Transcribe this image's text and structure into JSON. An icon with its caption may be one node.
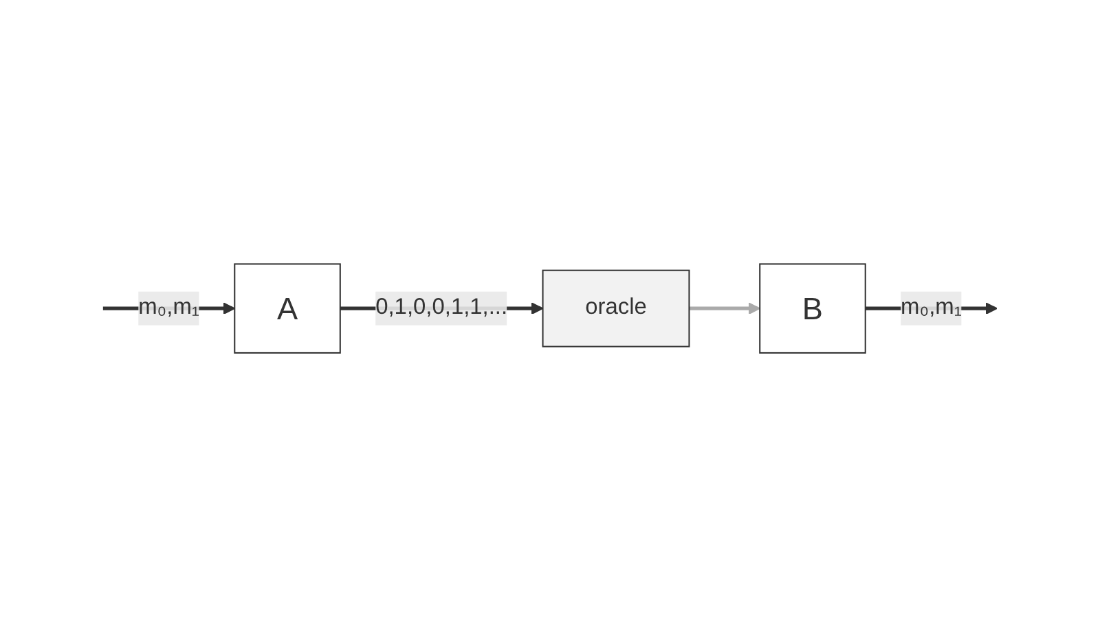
{
  "diagram": {
    "nodes": [
      {
        "text": [
          "A"
        ]
      },
      {
        "text": [
          "oracle"
        ]
      },
      {
        "text": [
          "B"
        ]
      }
    ],
    "edges": [
      {
        "from": null,
        "to": 0,
        "arrow": "to",
        "label": "m₀,m₁"
      },
      {
        "from": 0,
        "to": 1,
        "arrow": "to",
        "label": "0,1,0,0,1,1,..."
      },
      {
        "from": 1,
        "to": 2,
        "arrow": "to",
        "color": "#aaaaaa"
      },
      {
        "from": 2,
        "to": null,
        "arrow": "to",
        "label": "m₀,m₁"
      }
    ]
  }
}
